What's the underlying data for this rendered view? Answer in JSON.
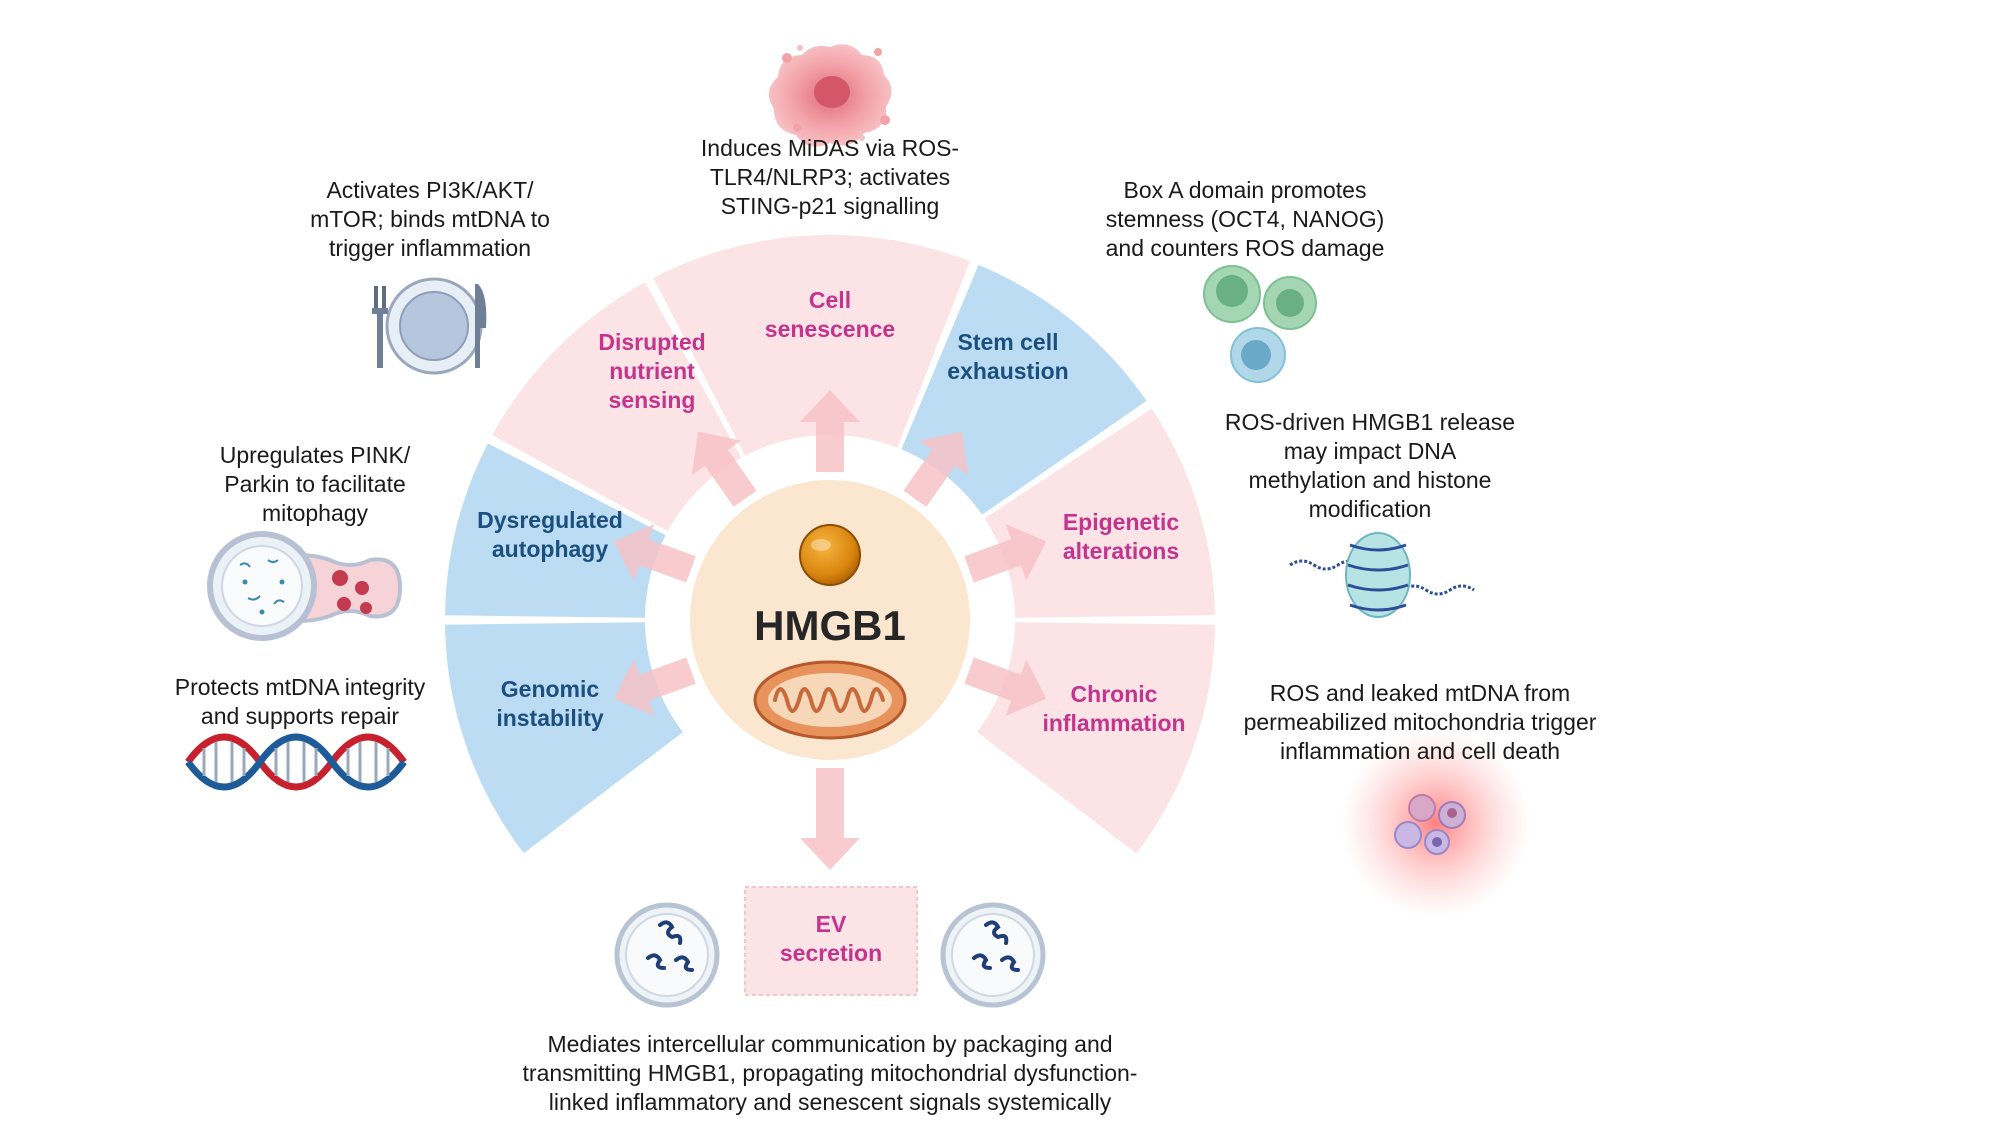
{
  "center": {
    "title": "HMGB1"
  },
  "segments": {
    "disrupted_nutrient_sensing": [
      "Disrupted",
      "nutrient",
      "sensing"
    ],
    "cell_senescence": [
      "Cell",
      "senescence"
    ],
    "stem_cell_exhaustion": [
      "Stem cell",
      "exhaustion"
    ],
    "dysregulated_autophagy": [
      "Dysregulated",
      "autophagy"
    ],
    "epigenetic_alterations": [
      "Epigenetic",
      "alterations"
    ],
    "genomic_instability": [
      "Genomic",
      "instability"
    ],
    "chronic_inflammation": [
      "Chronic",
      "inflammation"
    ],
    "ev_secretion": [
      "EV",
      "secretion"
    ]
  },
  "descriptions": {
    "cell_senescence": [
      "Induces MiDAS via ROS-",
      "TLR4/NLRP3; activates",
      "STING-p21 signalling"
    ],
    "nutrient_sensing": [
      "Activates PI3K/AKT/",
      "mTOR; binds mtDNA to",
      "trigger inflammation"
    ],
    "stem_cell": [
      "Box A domain promotes",
      "stemness (OCT4, NANOG)",
      "and counters ROS damage"
    ],
    "autophagy": [
      "Upregulates PINK/",
      "Parkin to facilitate",
      "mitophagy"
    ],
    "epigenetic": [
      "ROS-driven HMGB1 release",
      "may impact DNA",
      "methylation and histone",
      "modification"
    ],
    "genomic": [
      "Protects mtDNA integrity",
      "and supports repair"
    ],
    "inflammation": [
      "ROS and leaked mtDNA from",
      "permeabilized mitochondria trigger",
      "inflammation and cell death"
    ],
    "ev": [
      "Mediates intercellular communication by packaging and",
      "transmitting HMGB1, propagating mitochondrial dysfunction-",
      "linked inflammatory and senescent signals systemically"
    ]
  },
  "colors": {
    "pink_segment": "#fbe3e6",
    "blue_segment": "#bcdcf3",
    "pink_text": "#c4348d",
    "blue_text": "#1b4f7e",
    "center_fill": "#fbe6d0",
    "arrow": "#f7c2c6"
  },
  "icons": [
    "senescent-cell-icon",
    "plate-cutlery-icon",
    "stem-cells-icon",
    "mitophagy-icon",
    "nucleosome-dna-icon",
    "dna-helix-icon",
    "inflamed-cells-icon",
    "extracellular-vesicle-icon",
    "mitochondrion-icon",
    "hmgb1-sphere-icon"
  ]
}
